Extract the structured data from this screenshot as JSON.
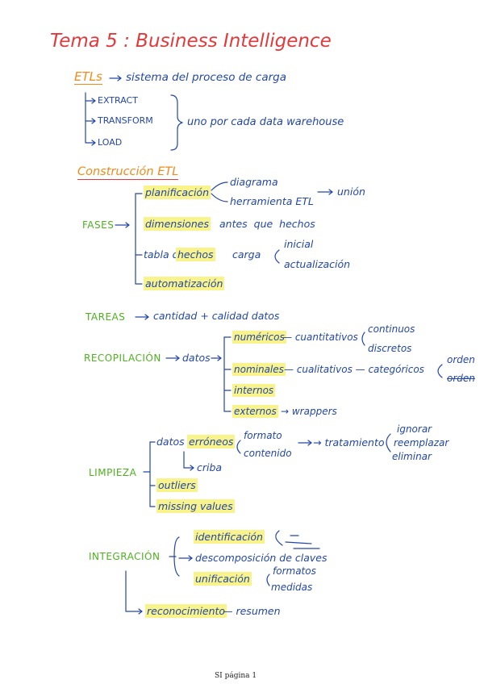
{
  "title": "Tema 5 : Business Intelligence",
  "etl": {
    "label": "ETLs",
    "desc": "sistema del proceso de carga",
    "steps": [
      "EXTRACT",
      "TRANSFORM",
      "LOAD"
    ],
    "note": "uno por cada data warehouse"
  },
  "construccion": {
    "heading": "Construcción ETL",
    "fases_label": "FASES",
    "planificacion": "planificación",
    "diagrama": "diagrama",
    "herramienta": "herramienta ETL",
    "union": "unión",
    "dimensiones": "dimensiones",
    "dimensiones_rest": "antes que hechos",
    "tabla_pre": "tabla de",
    "hechos": "hechos",
    "tabla_post": "carga",
    "inicial": "inicial",
    "actualizacion": "actualización",
    "automatizacion": "automatización"
  },
  "tareas": {
    "label": "TAREAS",
    "text": "cantidad + calidad datos"
  },
  "recopilacion": {
    "label": "RECOPILACIÓN",
    "datos": "datos",
    "numericos": "numéricos",
    "cuantitativos": "— cuantitativos",
    "continuos": "continuos",
    "discretos": "discretos",
    "nominales": "nominales",
    "cualitativos": "— cualitativos — categóricos",
    "orden": "orden",
    "orden_crossed": "orden",
    "internos": "internos",
    "externos": "externos",
    "wrappers": "→ wrappers"
  },
  "limpieza": {
    "label": "LIMPIEZA",
    "datos": "datos",
    "erroneos": "erróneos",
    "formato": "formato",
    "contenido": "contenido",
    "tratamiento": "→ tratamiento",
    "ignorar": "ignorar",
    "reemplazar": "reemplazar",
    "eliminar": "eliminar",
    "criba": "criba",
    "outliers": "outliers",
    "missing": "missing values"
  },
  "integracion": {
    "label": "INTEGRACIÓN",
    "identificacion": "identificación",
    "descomposicion": "descomposición de claves",
    "unificacion": "unificación",
    "formatos": "formatos",
    "medidas": "medidas",
    "reconocimiento": "reconocimiento",
    "resumen": "— resumen"
  },
  "footer": "SI página 1",
  "colors": {
    "ink": "#2347a8",
    "title": "#e23a3a",
    "heading": "#f08a18",
    "section": "#4fb021",
    "highlight": "#f8f38a"
  }
}
